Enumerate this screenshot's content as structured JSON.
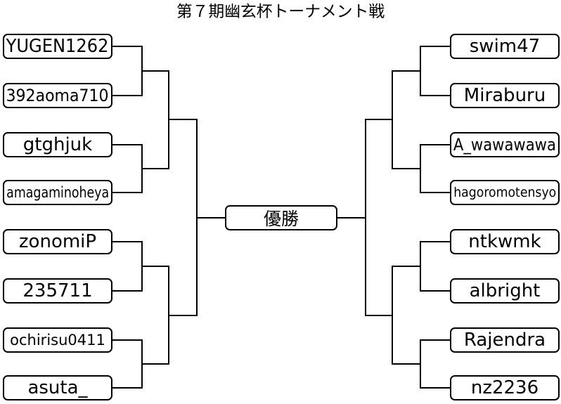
{
  "title": "第７期幽玄杯トーナメント戦",
  "winner_label": "優勝",
  "left_players": [
    "YUGEN1262",
    "392aoma710",
    "gtghjuk",
    "amagaminoheya",
    "zonomiP",
    "235711",
    "ochirisu0411",
    "asuta_"
  ],
  "right_players": [
    "swim47",
    "Miraburu",
    "A_wawawawa",
    "hagoromotensyo",
    "ntkwmk",
    "albright",
    "Rajendra",
    "nz2236"
  ]
}
